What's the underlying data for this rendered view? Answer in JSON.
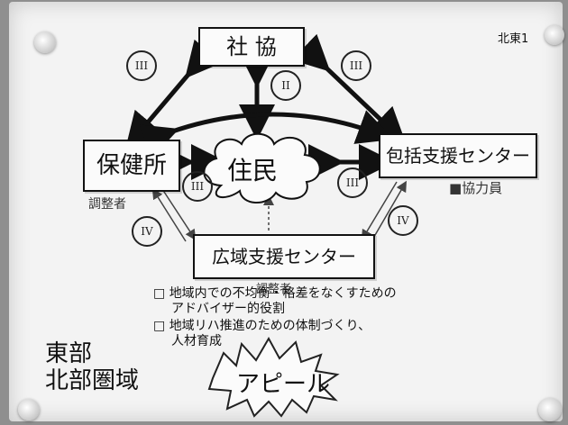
{
  "corner_label": "北東1",
  "nodes": {
    "top": "社 協",
    "left": "保健所",
    "center": "住民",
    "right": "包括支援センター",
    "bottom": "広域支援センター"
  },
  "left_note": "調整者",
  "right_note": "■協力員",
  "bottom_note": "調整者",
  "roman": {
    "top_left": "III",
    "top_right": "III",
    "center_top": "II",
    "center_left": "III",
    "center_right": "III",
    "lower_left": "IV",
    "lower_right": "IV"
  },
  "bullets": [
    "地域内での不均衡・格差をなくすための",
    "アドバイザー的役割",
    "地域リハ推進のための体制づくり、",
    "人材育成"
  ],
  "bullet_marks": [
    "□",
    "□"
  ],
  "area_label": [
    "東部",
    "北部圏域"
  ],
  "appeal": "アピール"
}
